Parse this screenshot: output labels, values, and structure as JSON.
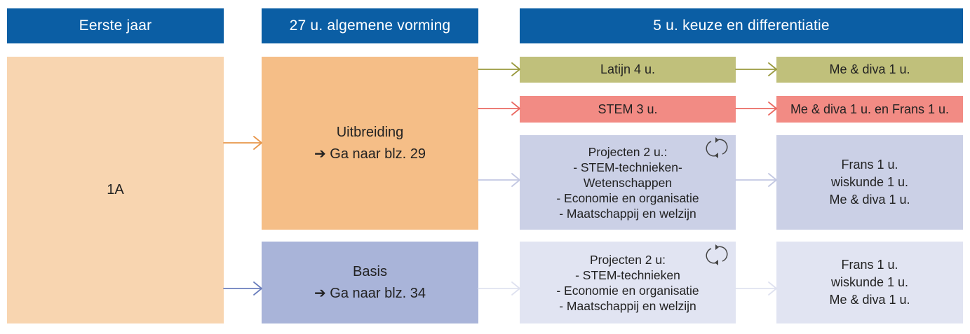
{
  "headers": {
    "first_year": "Eerste jaar",
    "general": "27 u. algemene vorming",
    "choice": "5 u. keuze en differentiatie"
  },
  "colors": {
    "header": "#0b5ea4",
    "first_year_box": "#f8d5b0",
    "uitbreiding_box": "#f5be87",
    "basis_box": "#a9b4d9",
    "latijn_box": "#c0c07b",
    "stem_box": "#f28b84",
    "projecten_uitbreiding_box": "#cbd0e6",
    "projecten_basis_box": "#e1e4f2"
  },
  "first_year": {
    "label": "1A"
  },
  "uitbreiding": {
    "title": "Uitbreiding",
    "link": "➔ Ga naar blz. 29"
  },
  "basis": {
    "title": "Basis",
    "link": "➔ Ga naar blz. 34"
  },
  "latijn": {
    "label": "Latijn 4 u.",
    "next": "Me & diva 1 u."
  },
  "stem": {
    "label": "STEM 3 u.",
    "next": "Me & diva 1 u. en Frans 1 u."
  },
  "projecten_uitbreiding": {
    "lines": [
      "Projecten 2 u.:",
      "- STEM-technieken-",
      "Wetenschappen",
      "- Economie en organisatie",
      "- Maatschappij en welzijn"
    ],
    "icon": "cycle-arrows-icon",
    "next": [
      "Frans 1 u.",
      "wiskunde 1 u.",
      "Me & diva 1 u."
    ]
  },
  "projecten_basis": {
    "lines": [
      "Projecten 2 u:",
      "- STEM-technieken",
      "- Economie en organisatie",
      "- Maatschappij en welzijn"
    ],
    "icon": "cycle-arrows-icon",
    "next": [
      "Frans 1 u.",
      "wiskunde 1 u.",
      "Me & diva 1 u."
    ]
  }
}
